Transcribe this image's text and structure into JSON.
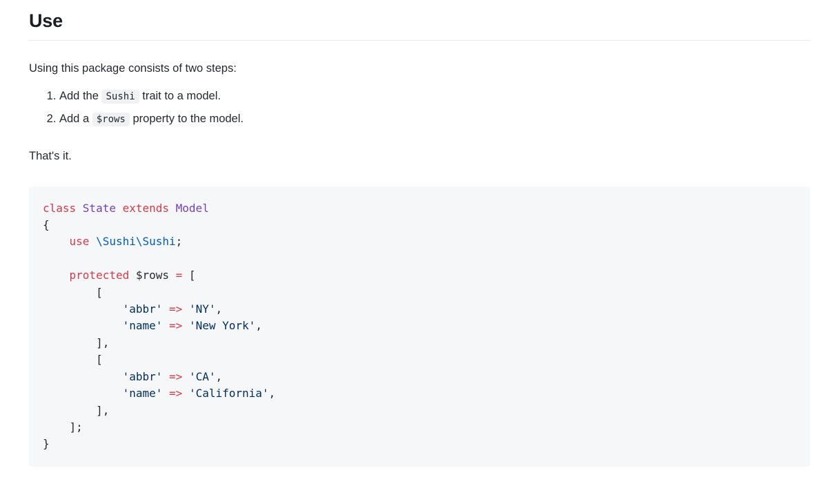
{
  "section": {
    "title": "Use",
    "intro": "Using this package consists of two steps:",
    "closing": "That's it."
  },
  "steps": [
    {
      "index": "1.",
      "before": "Add the",
      "code": "Sushi",
      "after": "trait to a model."
    },
    {
      "index": "2.",
      "before": "Add a",
      "code": "$rows",
      "after": "property to the model."
    }
  ],
  "code_block": {
    "language": "php",
    "background": "#f6f7f9",
    "colors": {
      "keyword": "#d73a49",
      "class_name": "#6f42c1",
      "namespace": "#005cc5",
      "string": "#032f62",
      "operator": "#d73a49",
      "plain": "#24292f"
    },
    "lines": [
      [
        {
          "t": "class ",
          "c": "keyword"
        },
        {
          "t": "State ",
          "c": "class"
        },
        {
          "t": "extends ",
          "c": "keyword"
        },
        {
          "t": "Model",
          "c": "class"
        }
      ],
      [
        {
          "t": "{",
          "c": "plain"
        }
      ],
      [
        {
          "t": "    ",
          "c": "plain"
        },
        {
          "t": "use ",
          "c": "keyword"
        },
        {
          "t": "\\Sushi\\Sushi",
          "c": "ns"
        },
        {
          "t": ";",
          "c": "plain"
        }
      ],
      [
        {
          "t": "",
          "c": "plain"
        }
      ],
      [
        {
          "t": "    ",
          "c": "plain"
        },
        {
          "t": "protected ",
          "c": "keyword"
        },
        {
          "t": "$rows ",
          "c": "plain"
        },
        {
          "t": "=",
          "c": "op"
        },
        {
          "t": " [",
          "c": "plain"
        }
      ],
      [
        {
          "t": "        [",
          "c": "plain"
        }
      ],
      [
        {
          "t": "            ",
          "c": "plain"
        },
        {
          "t": "'abbr' ",
          "c": "string"
        },
        {
          "t": "=>",
          "c": "op"
        },
        {
          "t": " ",
          "c": "plain"
        },
        {
          "t": "'NY'",
          "c": "string"
        },
        {
          "t": ",",
          "c": "plain"
        }
      ],
      [
        {
          "t": "            ",
          "c": "plain"
        },
        {
          "t": "'name' ",
          "c": "string"
        },
        {
          "t": "=>",
          "c": "op"
        },
        {
          "t": " ",
          "c": "plain"
        },
        {
          "t": "'New York'",
          "c": "string"
        },
        {
          "t": ",",
          "c": "plain"
        }
      ],
      [
        {
          "t": "        ],",
          "c": "plain"
        }
      ],
      [
        {
          "t": "        [",
          "c": "plain"
        }
      ],
      [
        {
          "t": "            ",
          "c": "plain"
        },
        {
          "t": "'abbr' ",
          "c": "string"
        },
        {
          "t": "=>",
          "c": "op"
        },
        {
          "t": " ",
          "c": "plain"
        },
        {
          "t": "'CA'",
          "c": "string"
        },
        {
          "t": ",",
          "c": "plain"
        }
      ],
      [
        {
          "t": "            ",
          "c": "plain"
        },
        {
          "t": "'name' ",
          "c": "string"
        },
        {
          "t": "=>",
          "c": "op"
        },
        {
          "t": " ",
          "c": "plain"
        },
        {
          "t": "'California'",
          "c": "string"
        },
        {
          "t": ",",
          "c": "plain"
        }
      ],
      [
        {
          "t": "        ],",
          "c": "plain"
        }
      ],
      [
        {
          "t": "    ];",
          "c": "plain"
        }
      ],
      [
        {
          "t": "}",
          "c": "plain"
        }
      ]
    ]
  }
}
